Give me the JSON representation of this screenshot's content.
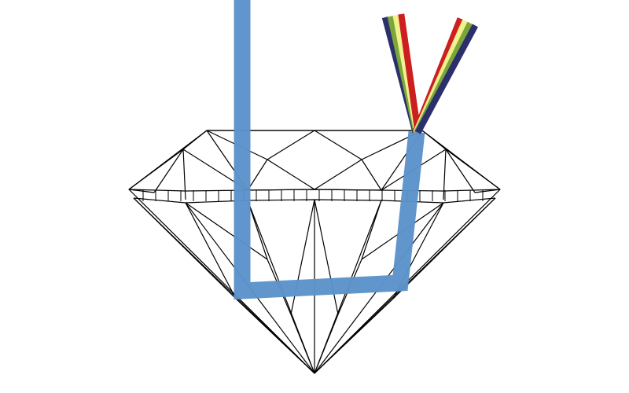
{
  "diagram": {
    "subject": "diamond-light-dispersion",
    "colors": {
      "background": "#ffffff",
      "outline": "#000000",
      "light_ray": "#5b93c9",
      "spectrum": [
        "#2b2f6b",
        "#7aa63a",
        "#f3f08f",
        "#cc1f1f"
      ]
    },
    "icons": {
      "gem": "diamond-outline-icon",
      "ray": "light-ray-path",
      "spectrum": "rainbow-spectrum-fan"
    }
  }
}
